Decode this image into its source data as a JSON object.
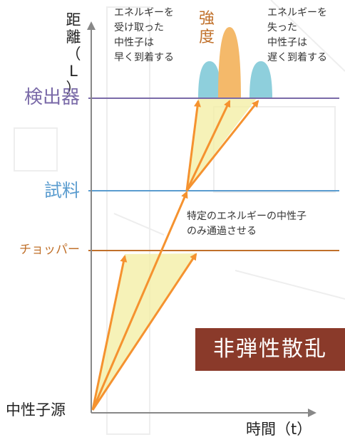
{
  "axis": {
    "y_label_chars": [
      "距",
      "離",
      "（",
      "L",
      "）"
    ],
    "x_label": "時間（t）"
  },
  "levels": {
    "detector": "検出器",
    "sample": "試料",
    "chopper": "チョッパー",
    "source": "中性子源"
  },
  "notes": {
    "fast": [
      "エネルギーを",
      "受け取った",
      "中性子は",
      "早く到着する"
    ],
    "slow": [
      "エネルギーを",
      "失った",
      "中性子は",
      "遅く到着する"
    ],
    "filter": [
      "特定のエネルギーの中性子",
      "のみ通過させる"
    ]
  },
  "intensity_label": [
    "強",
    "度"
  ],
  "title_badge": "非弾性散乱",
  "colors": {
    "detector": "#7a6aa8",
    "sample": "#5a9ccf",
    "chopper": "#c0702a",
    "arrow": "#f5922f",
    "cone": "#f3eda0",
    "peak_side": "#8ecfdc",
    "peak_center": "#f4b96a",
    "badge": "#8a3a2a"
  }
}
